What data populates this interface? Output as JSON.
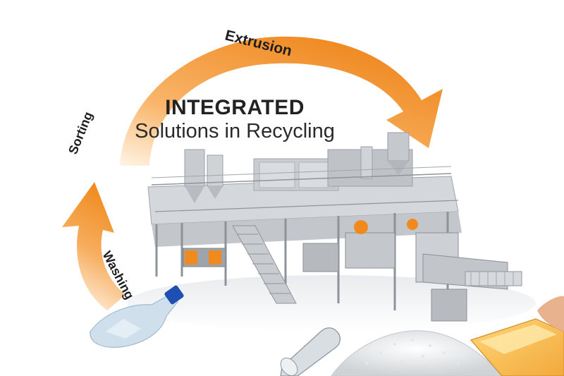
{
  "headline": {
    "line1": "INTEGRATED",
    "line2": "Solutions in Recycling"
  },
  "cycle_steps": [
    {
      "label": "Extrusion"
    },
    {
      "label": "Sorting"
    },
    {
      "label": "Washing"
    }
  ],
  "colors": {
    "arrow_orange": "#ef8a1c",
    "arrow_light": "#fde3c4",
    "machine_grey": "#b9bdc2",
    "accent_orange": "#f08a1e"
  },
  "illustrations": [
    "crushed-plastic-bottle",
    "recycling-plant-machinery",
    "pet-preform",
    "plastic-pellets",
    "food-tray-package"
  ]
}
